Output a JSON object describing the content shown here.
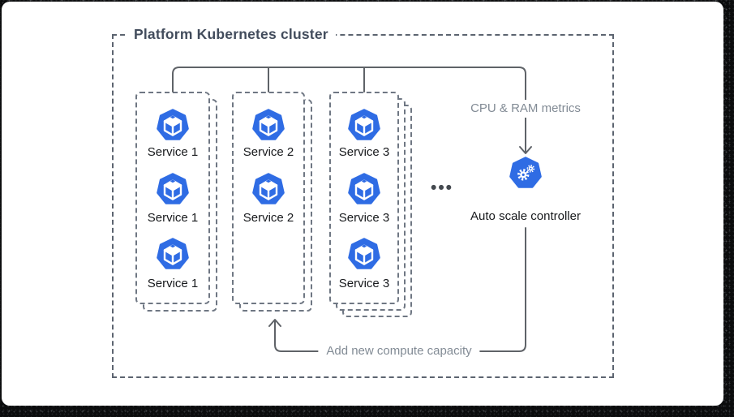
{
  "diagram": {
    "title": "Platform Kubernetes cluster",
    "groups": [
      {
        "name": "service-1-group",
        "pods": [
          "Service 1",
          "Service 1",
          "Service 1"
        ]
      },
      {
        "name": "service-2-group",
        "pods": [
          "Service 2",
          "Service 2"
        ]
      },
      {
        "name": "service-3-group",
        "pods": [
          "Service 3",
          "Service 3",
          "Service 3"
        ]
      }
    ],
    "ellipsis": "•••",
    "labels": {
      "metrics": "CPU & RAM metrics",
      "controller": "Auto scale controller",
      "capacity": "Add new compute capacity"
    },
    "icons": {
      "pod": "kubernetes-pod-icon",
      "controller": "autoscaler-gears-icon"
    },
    "colors": {
      "icon_blue": "#2f6ce4",
      "connector_gray": "#5f6368",
      "text_dark": "#17191c",
      "text_muted": "#828b95",
      "dashed_border": "#6f7783",
      "title_slate": "#424c5c"
    }
  }
}
